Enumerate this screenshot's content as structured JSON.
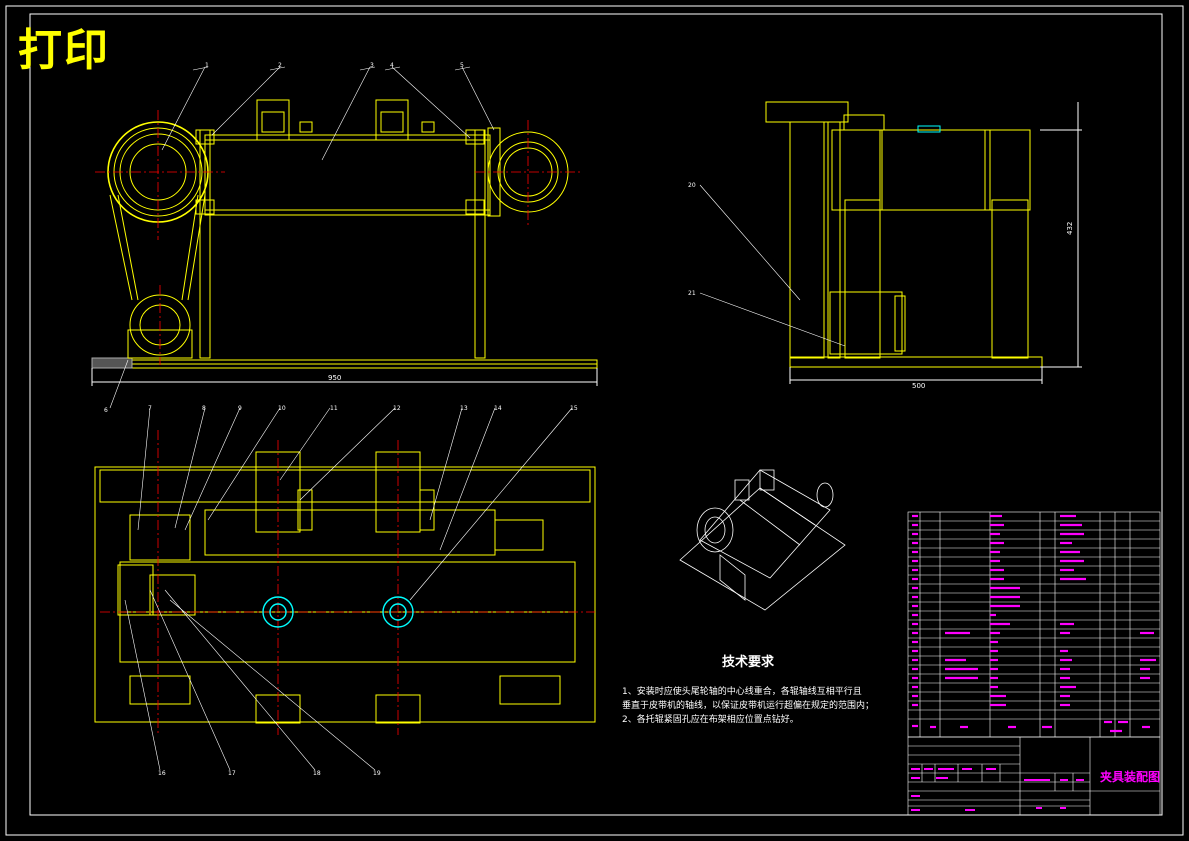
{
  "stamp": "打印",
  "tech_requirements": {
    "title": "技术要求",
    "lines": [
      "1、安装时应使头尾轮轴的中心线重合，各辊轴线互相平行且",
      "垂直于皮带机的轴线，以保证皮带机运行超偏在规定的范围内；",
      "2、各托辊紧固孔应在布架相应位置点钻好。"
    ]
  },
  "dimensions": {
    "front_length": "950",
    "side_width": "500",
    "side_height": "432"
  },
  "balloons_top": [
    "1",
    "2",
    "3",
    "4",
    "5"
  ],
  "balloons_top_row2": [
    "7",
    "8",
    "9",
    "10",
    "11",
    "12",
    "13",
    "14",
    "15"
  ],
  "balloon_6": "6",
  "balloons_side": [
    "20",
    "21"
  ],
  "balloons_bottom": [
    "16",
    "17",
    "18",
    "19"
  ],
  "title_block": {
    "drawing_name": "夹具装配图"
  },
  "colors": {
    "frame": "#ffffff",
    "drawing": "#ffff00",
    "centerline": "#ff0000",
    "table_text": "#ff00ff",
    "section": "#00ffff",
    "background": "#000000"
  }
}
